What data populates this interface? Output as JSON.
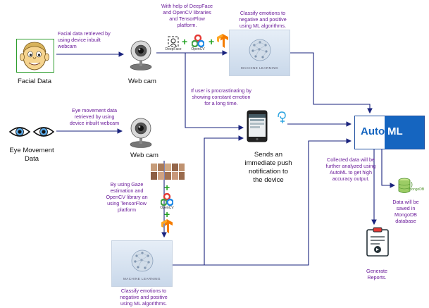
{
  "nodes": {
    "facial_data": "Facial Data",
    "webcam_top": "Web cam",
    "eye_movement": "Eye Movement\nData",
    "webcam_bottom": "Web cam",
    "push_notification": "Sends an\nimmediate push\nnotification to\nthe device",
    "automl_left": "Auto",
    "automl_right": "ML",
    "generate_reports": "Generate\nReports.",
    "ml_caption": "MACHINE LEARNING",
    "mongodb_logo": "mongoDB",
    "opencv_label": "OpenCV",
    "deepface_label": "DeepFace"
  },
  "notes": {
    "facial_retrieved": "Facial data retrieved by\nusing device inbuilt\nwebcam",
    "deepface_help": "With help of DeepFace\nand OpenCV libraries\nand TensorFlow\nplatform.",
    "classify_top": "Classify emotions to\nnegative and positive\nusing ML algorithms.",
    "procrastinating": "If user is procrastinating by\nshowing constant emotion\nfor a long time.",
    "eye_retrieved": "Eye movement data\nretrieved by using\ndevice inbuilt webcam",
    "gaze": "By using Gaze\nestimation and\nOpenCV library an\nusing TensorFlow\nplatform",
    "collected": "Collected data will be\nfurther analyzed using\nAutoML to get high\naccuracy output.",
    "saved_mongo": "Data will be\nsaved in\nMongoDB\ndatabase",
    "classify_bottom": "Classify emotions to\nnegative and positive\nusing ML algorithms."
  },
  "colors": {
    "arrow": "#1a237e",
    "note_text": "#6a1b9a",
    "automl_blue": "#1565c0",
    "plus_green": "#21a121",
    "tensorflow_orange": "#f57c00"
  }
}
